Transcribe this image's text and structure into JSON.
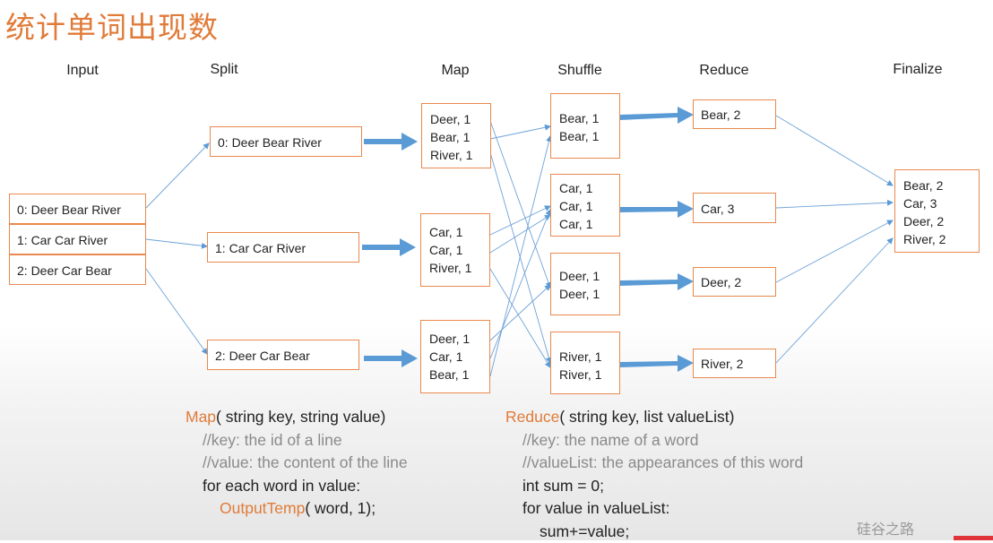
{
  "title": "统计单词出现数",
  "headers": {
    "input": "Input",
    "split": "Split",
    "map": "Map",
    "shuffle": "Shuffle",
    "reduce": "Reduce",
    "finalize": "Finalize"
  },
  "input_lines": [
    "0: Deer Bear River",
    "1: Car Car River",
    "2: Deer Car Bear"
  ],
  "split": [
    "0: Deer Bear River",
    "1: Car Car River",
    "2: Deer Car Bear"
  ],
  "map": [
    [
      "Deer, 1",
      "Bear, 1",
      "River, 1"
    ],
    [
      "Car, 1",
      "Car, 1",
      "River, 1"
    ],
    [
      "Deer, 1",
      "Car, 1",
      "Bear, 1"
    ]
  ],
  "shuffle": [
    [
      "Bear, 1",
      "Bear, 1"
    ],
    [
      "Car, 1",
      "Car, 1",
      "Car, 1"
    ],
    [
      "Deer, 1",
      "Deer, 1"
    ],
    [
      "River, 1",
      "River, 1"
    ]
  ],
  "reduce": [
    "Bear, 2",
    "Car, 3",
    "Deer, 2",
    "River, 2"
  ],
  "finalize": [
    "Bear, 2",
    "Car, 3",
    "Deer, 2",
    "River, 2"
  ],
  "code_map": {
    "fn": "Map",
    "sig": "( string key, string value)",
    "c1": "//key: the id of a line",
    "c2": "//value: the content of the line",
    "loop": "for each word in value:",
    "call_fn": "OutputTemp",
    "call_args": "( word, 1);"
  },
  "code_reduce": {
    "fn": "Reduce",
    "sig": "( string key, list valueList)",
    "c1": "//key: the name of a word",
    "c2": "//valueList: the appearances of this word",
    "l1": "int sum = 0;",
    "l2": "for value in valueList:",
    "l3": "sum+=value;"
  },
  "watermark": "硅谷之路",
  "colors": {
    "title": "#e07b39",
    "box_border": "#e8894e",
    "arrow": "#5b9bd5",
    "keyword": "#e07b39",
    "comment": "#8a8a8a"
  }
}
